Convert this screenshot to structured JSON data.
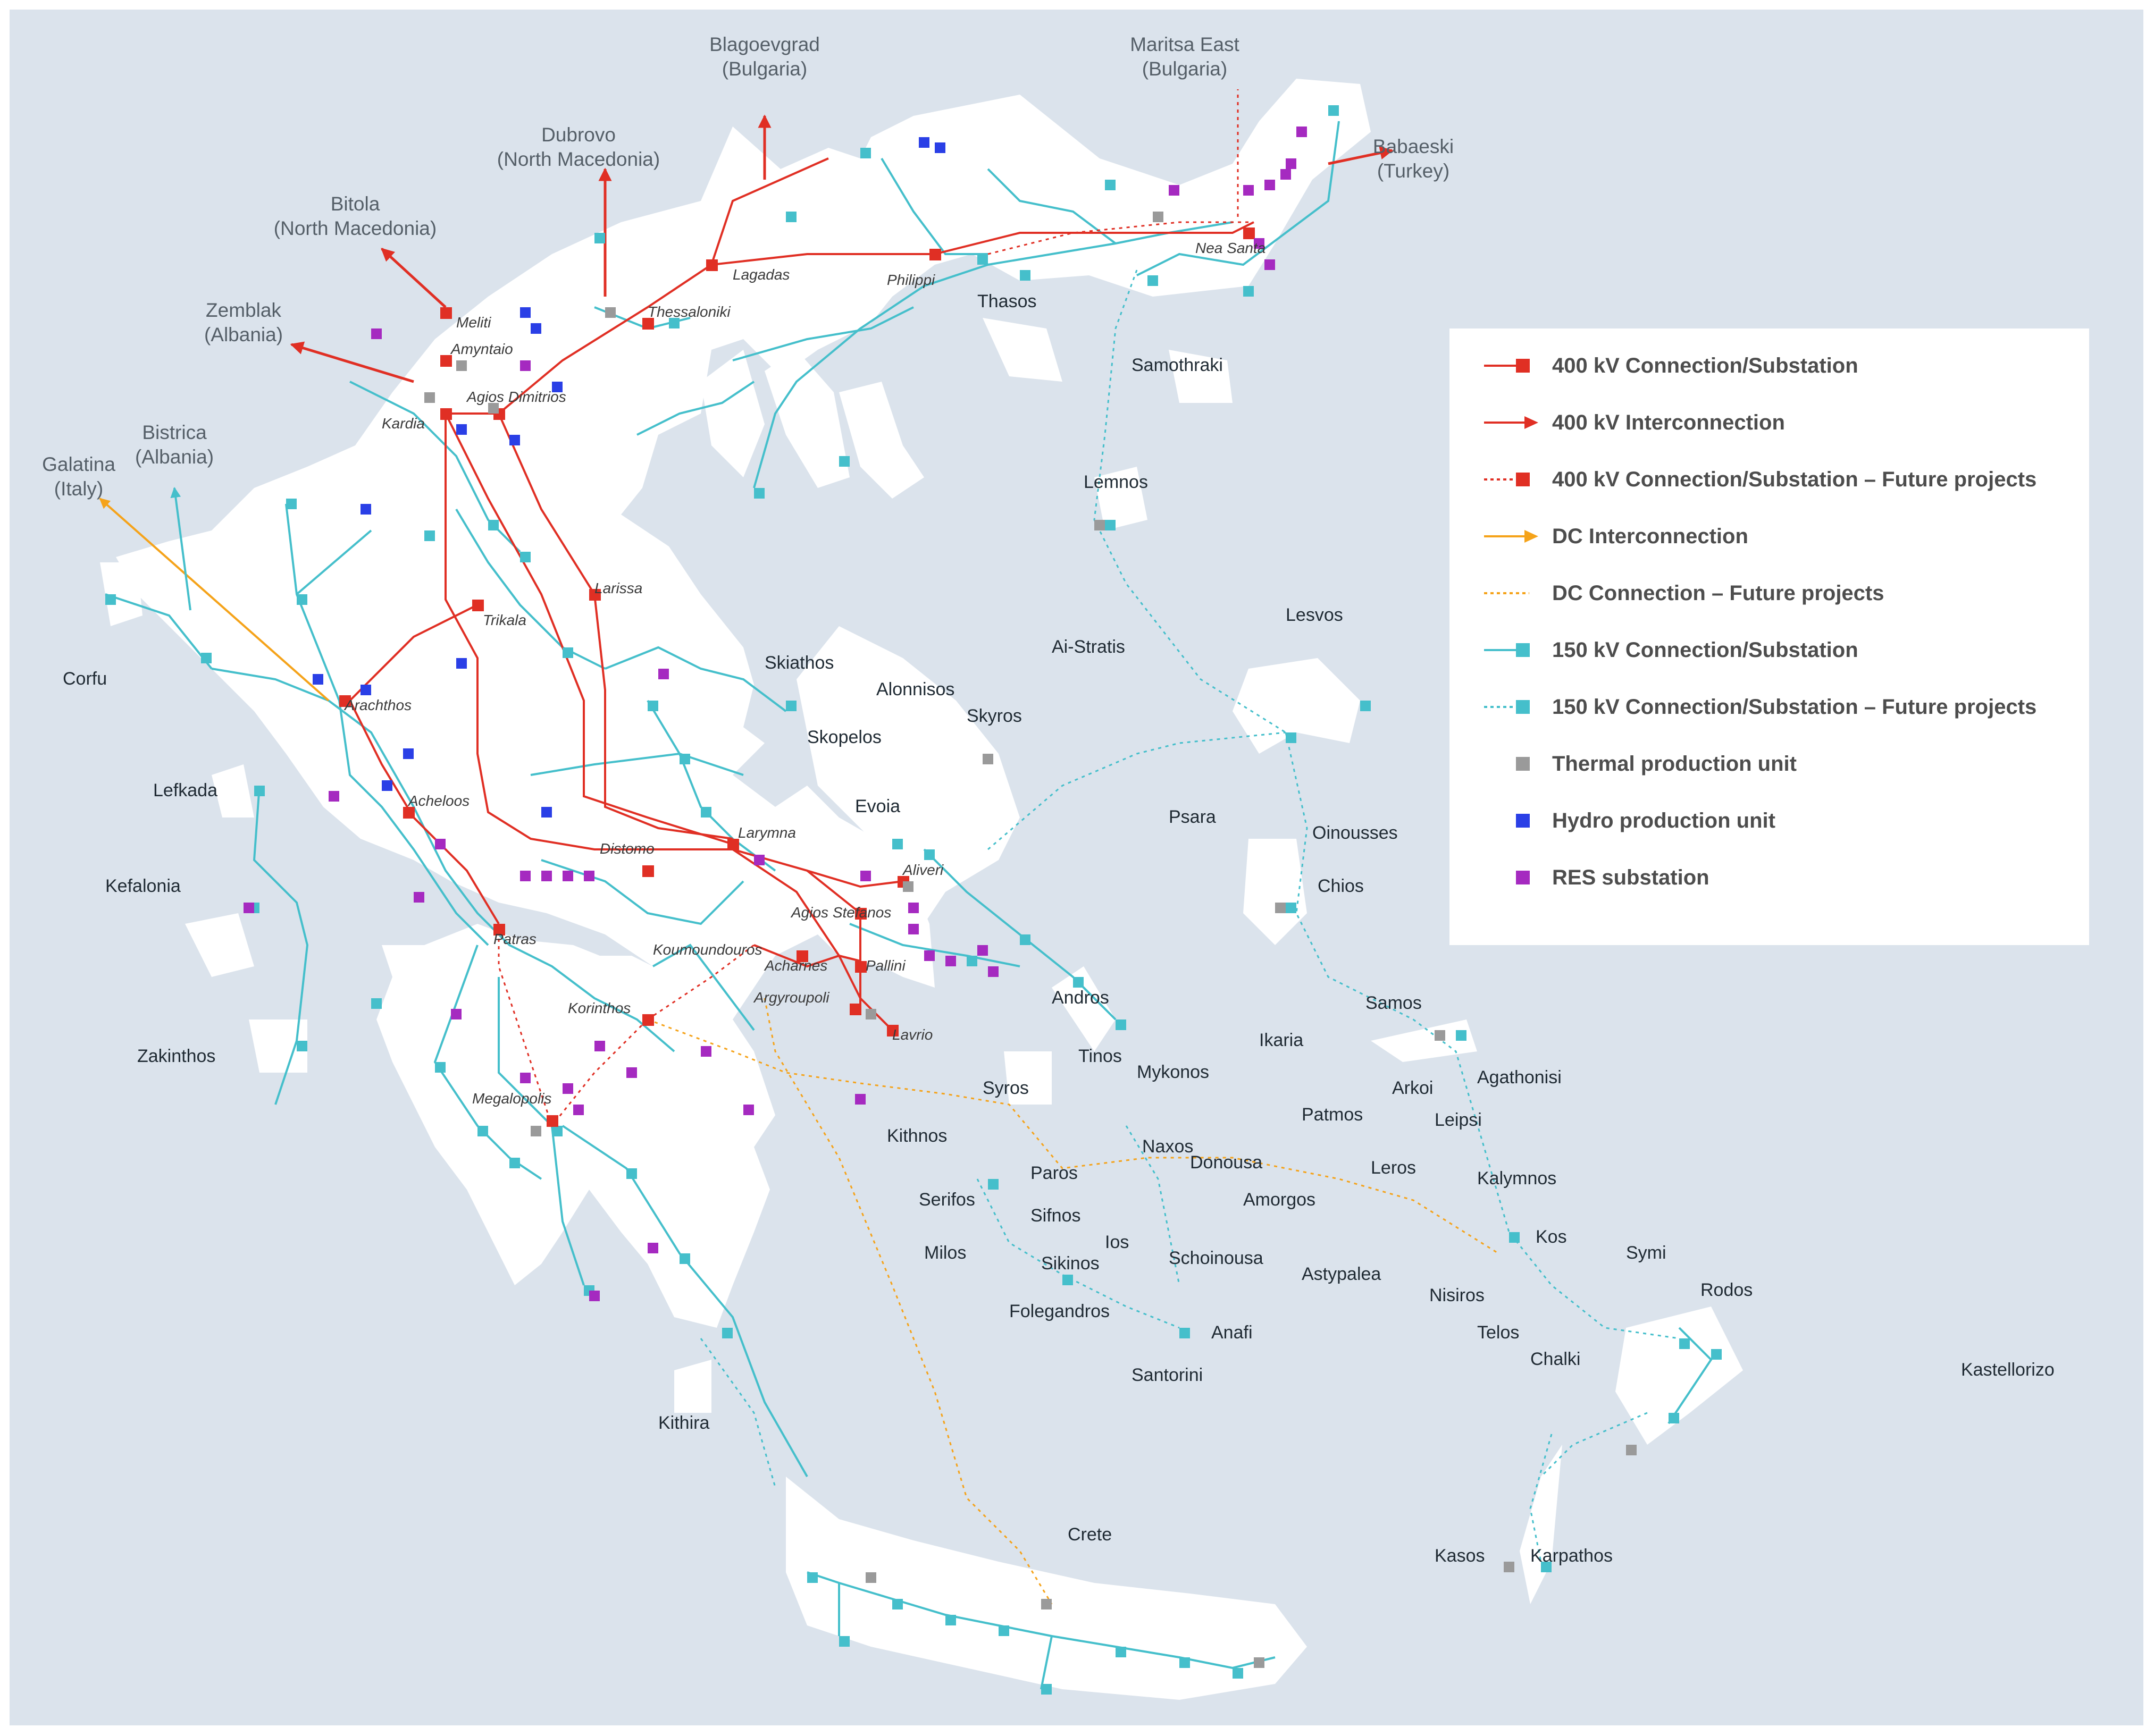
{
  "colors": {
    "sea": "#dbe3ec",
    "land": "#ffffff",
    "kv400": "#e02f24",
    "kv150": "#45bfcb",
    "dc": "#f5a31a",
    "thermal": "#9a9a9a",
    "hydro": "#2a3fe6",
    "res": "#a52ac0"
  },
  "interconnections": [
    {
      "name": "Blagoevgrad",
      "country": "(Bulgaria)"
    },
    {
      "name": "Maritsa East",
      "country": "(Bulgaria)"
    },
    {
      "name": "Babaeski",
      "country": "(Turkey)"
    },
    {
      "name": "Dubrovo",
      "country": "(North Macedonia)"
    },
    {
      "name": "Bitola",
      "country": "(North Macedonia)"
    },
    {
      "name": "Zemblak",
      "country": "(Albania)"
    },
    {
      "name": "Bistrica",
      "country": "(Albania)"
    },
    {
      "name": "Galatina",
      "country": "(Italy)"
    }
  ],
  "substations": [
    "Lagadas",
    "Philippi",
    "Nea Santa",
    "Thessaloniki",
    "Meliti",
    "Amyntaio",
    "Agios Dimitrios",
    "Kardia",
    "Larissa",
    "Trikala",
    "Arachthos",
    "Acheloos",
    "Larymna",
    "Distomo",
    "Aliveri",
    "Agios Stefanos",
    "Koumoundouros",
    "Acharnes",
    "Pallini",
    "Argyroupoli",
    "Lavrio",
    "Patras",
    "Korinthos",
    "Megalopolis"
  ],
  "places": [
    "Thasos",
    "Samothraki",
    "Lemnos",
    "Ai-Stratis",
    "Lesvos",
    "Skiathos",
    "Alonnisos",
    "Skopelos",
    "Skyros",
    "Evoia",
    "Psara",
    "Oinousses",
    "Chios",
    "Corfu",
    "Lefkada",
    "Kefalonia",
    "Zakinthos",
    "Andros",
    "Tinos",
    "Mykonos",
    "Syros",
    "Ikaria",
    "Samos",
    "Arkoi",
    "Agathonisi",
    "Patmos",
    "Leipsi",
    "Kithnos",
    "Naxos",
    "Donousa",
    "Leros",
    "Kalymnos",
    "Paros",
    "Serifos",
    "Amorgos",
    "Sifnos",
    "Kos",
    "Milos",
    "Ios",
    "Schoinousa",
    "Symi",
    "Sikinos",
    "Astypalea",
    "Nisiros",
    "Rodos",
    "Folegandros",
    "Anafi",
    "Telos",
    "Chalki",
    "Santorini",
    "Kastellorizo",
    "Kithira",
    "Crete",
    "Kasos",
    "Karpathos"
  ],
  "legend": [
    {
      "label": "400 kV Connection/Substation",
      "kind": "kv400-line"
    },
    {
      "label": "400 kV Interconnection",
      "kind": "kv400-arrow"
    },
    {
      "label": "400 kV Connection/Substation – Future projects",
      "kind": "kv400-dotted"
    },
    {
      "label": "DC Interconnection",
      "kind": "dc-arrow"
    },
    {
      "label": "DC Connection – Future projects",
      "kind": "dc-dotted"
    },
    {
      "label": "150 kV Connection/Substation",
      "kind": "kv150-line"
    },
    {
      "label": "150 kV Connection/Substation – Future projects",
      "kind": "kv150-dotted"
    },
    {
      "label": "Thermal production unit",
      "kind": "thermal-square"
    },
    {
      "label": "Hydro production unit",
      "kind": "hydro-square"
    },
    {
      "label": "RES substation",
      "kind": "res-square"
    }
  ]
}
